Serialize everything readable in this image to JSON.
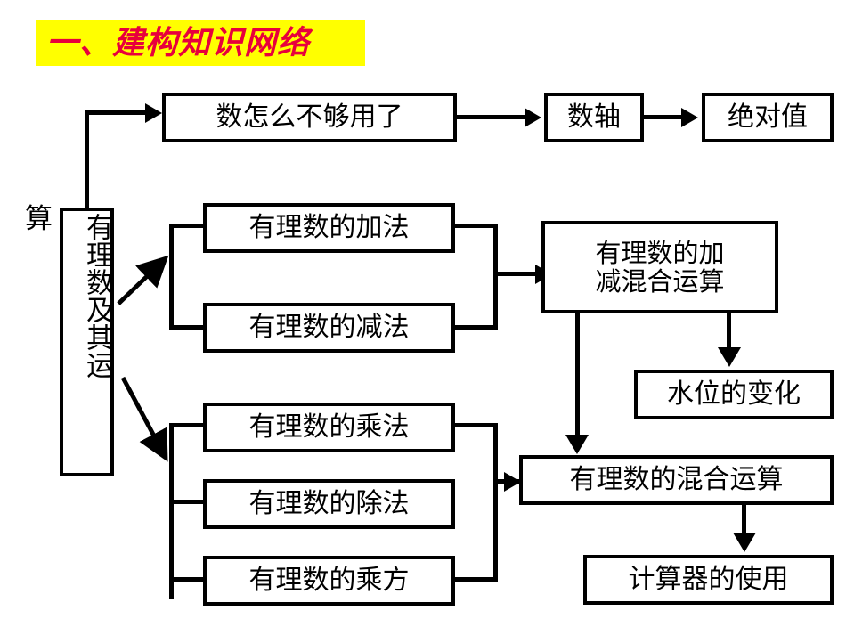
{
  "slide": {
    "title": "一、建构知识网络",
    "highlight_color": "#ffff00",
    "title_color": "#e8003c",
    "background_color": "#ffffff",
    "line_color": "#000000"
  },
  "diagram": {
    "type": "flowchart",
    "root": {
      "label_full": "有理数及其运算",
      "label_in_box": "有理数及其运",
      "overflow_char": "算"
    },
    "nodes": [
      {
        "id": "n1",
        "label": "数怎么不够用了"
      },
      {
        "id": "n2",
        "label": "数轴"
      },
      {
        "id": "n3",
        "label": "绝对值"
      },
      {
        "id": "n4",
        "label": "有理数的加法"
      },
      {
        "id": "n5",
        "label": "有理数的减法"
      },
      {
        "id": "n6",
        "label": "有理数的加\n减混合运算"
      },
      {
        "id": "n7",
        "label": "水位的变化"
      },
      {
        "id": "n8",
        "label": "有理数的乘法"
      },
      {
        "id": "n9",
        "label": "有理数的除法"
      },
      {
        "id": "n10",
        "label": "有理数的乘方"
      },
      {
        "id": "n11",
        "label": "有理数的混合运算"
      },
      {
        "id": "n12",
        "label": "计算器的使用"
      }
    ],
    "edges": [
      {
        "from": "root",
        "to": "n1"
      },
      {
        "from": "n1",
        "to": "n2"
      },
      {
        "from": "n2",
        "to": "n3"
      },
      {
        "from": "root",
        "to": "group-add-sub"
      },
      {
        "from": "group-add-sub",
        "to": "n6"
      },
      {
        "from": "n6",
        "to": "n7"
      },
      {
        "from": "n6",
        "to": "n11"
      },
      {
        "from": "root",
        "to": "group-mul-div-pow"
      },
      {
        "from": "group-mul-div-pow",
        "to": "n11"
      },
      {
        "from": "n11",
        "to": "n12"
      }
    ]
  }
}
